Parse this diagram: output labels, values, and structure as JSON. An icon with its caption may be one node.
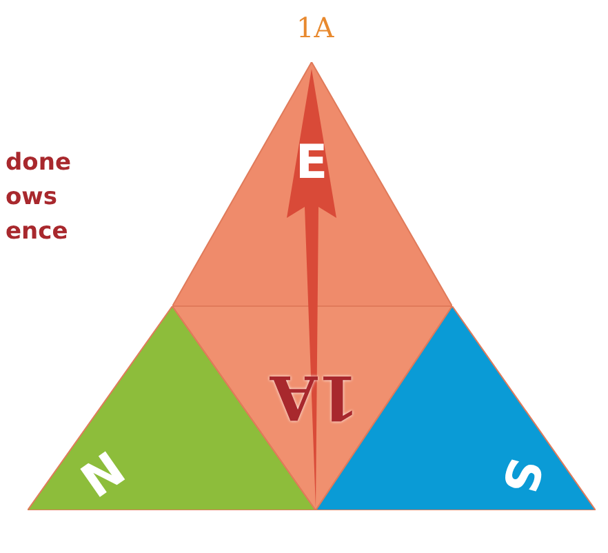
{
  "diagram": {
    "nodes": [
      {
        "text": [
          "E"
        ]
      },
      {
        "text": [
          "N"
        ]
      },
      {
        "text": [
          "1A"
        ]
      },
      {
        "text": [
          "S"
        ]
      }
    ],
    "labels": [
      "1A",
      "done",
      "ows",
      "ence"
    ]
  }
}
